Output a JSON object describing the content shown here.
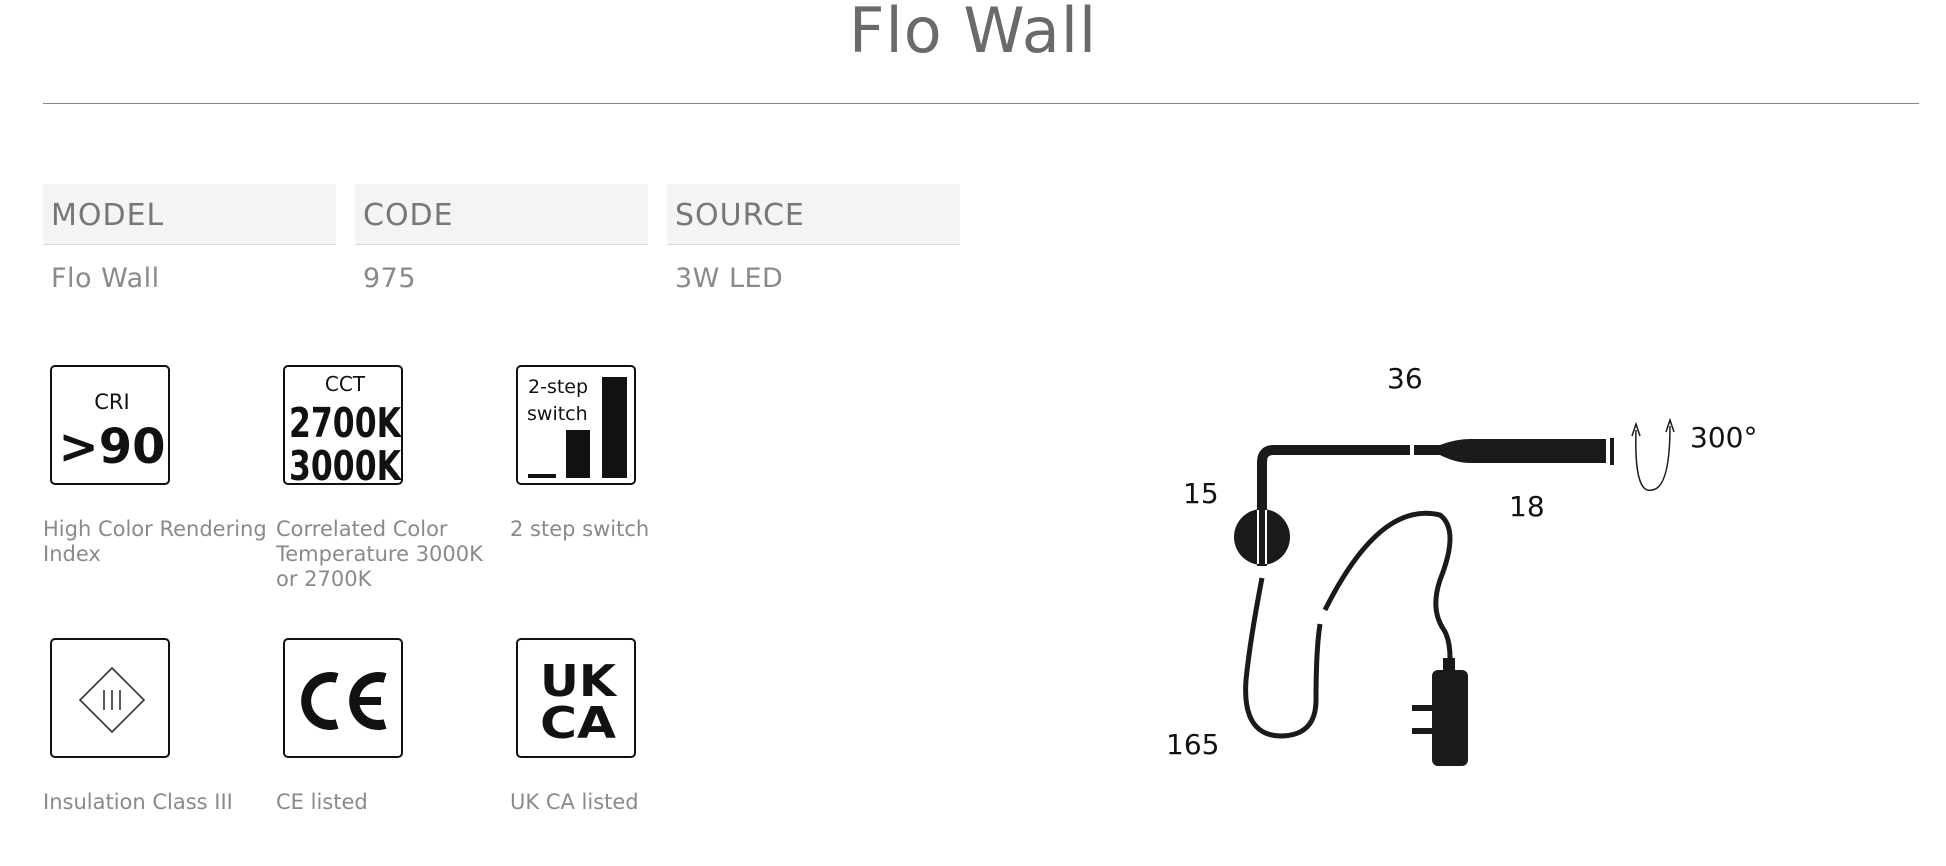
{
  "page": {
    "title": "Flo Wall"
  },
  "specs": [
    {
      "label": "MODEL",
      "value": "Flo Wall"
    },
    {
      "label": "CODE",
      "value": "975"
    },
    {
      "label": "SOURCE",
      "value": "3W LED"
    }
  ],
  "features": [
    {
      "icon": "cri-icon",
      "icon_text": [
        "CRI",
        ">90"
      ],
      "caption": "High Color Rendering Index"
    },
    {
      "icon": "cct-icon",
      "icon_text": [
        "CCT",
        "2700K",
        "3000K"
      ],
      "caption": "Correlated Color Temperature 3000K or 2700K"
    },
    {
      "icon": "two-step-switch-icon",
      "icon_text": [
        "2-step",
        "switch"
      ],
      "caption": "2 step switch"
    },
    {
      "icon": "insulation-class-iii-icon",
      "icon_text": [
        "III"
      ],
      "caption": "Insulation Class III"
    },
    {
      "icon": "ce-mark-icon",
      "icon_text": [
        "CE"
      ],
      "caption": "CE listed"
    },
    {
      "icon": "ukca-mark-icon",
      "icon_text": [
        "UK",
        "CA"
      ],
      "caption": "UK CA listed"
    }
  ],
  "diagram": {
    "dimensions": {
      "top_length": "36",
      "wall_mount": "15",
      "head": "18",
      "cable": "165",
      "rotation": "300°"
    }
  }
}
